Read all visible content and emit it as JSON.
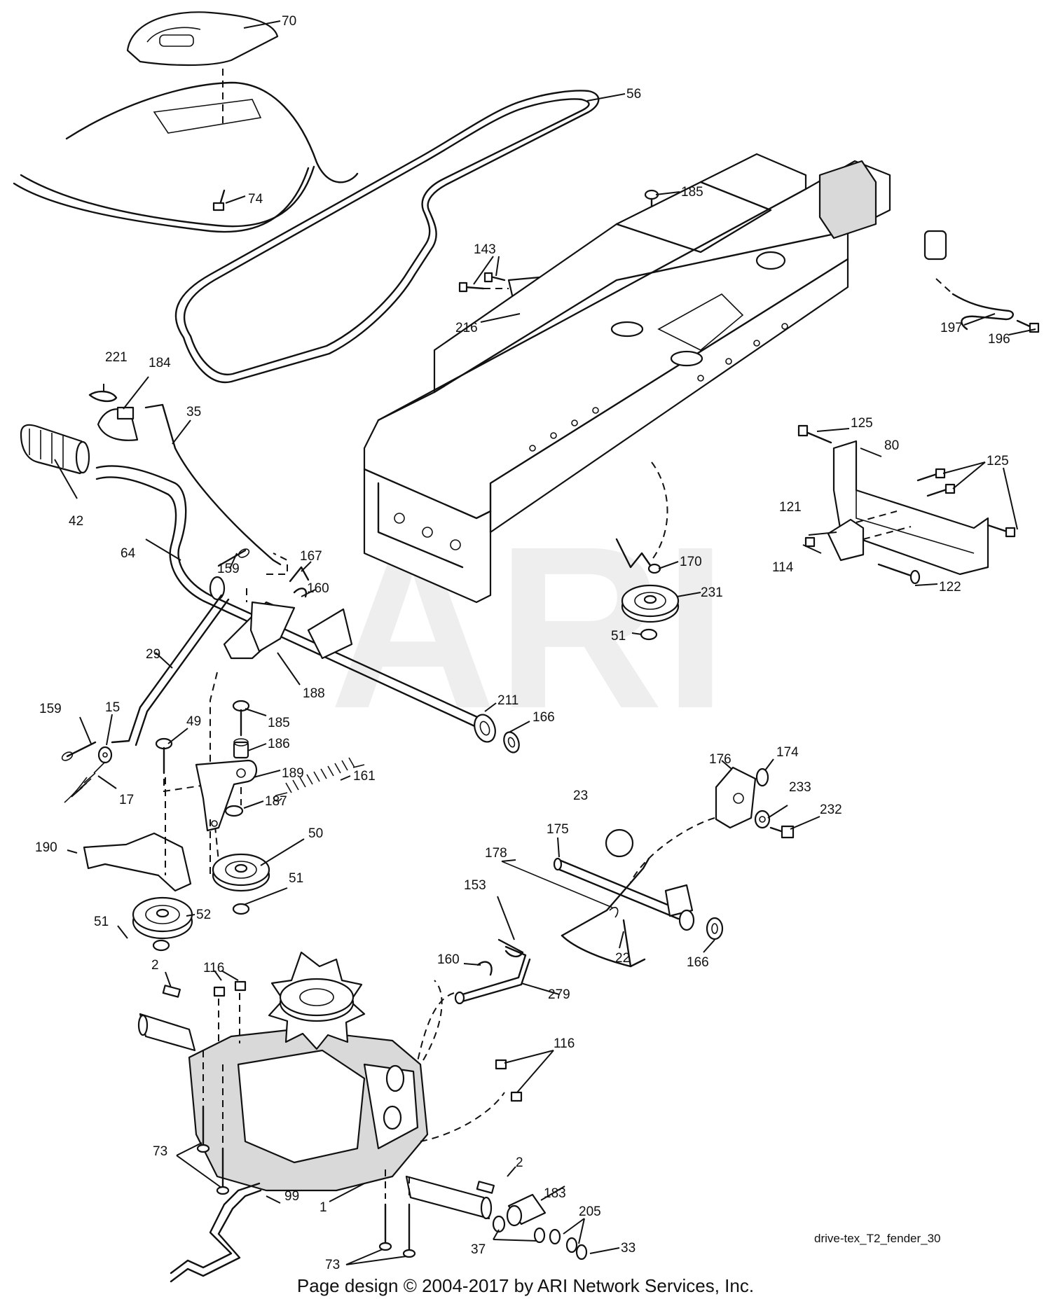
{
  "watermark": "ARI",
  "drawing_name": "drive-tex_T2_fender_30",
  "footer": "Page design © 2004-2017 by ARI Network Services, Inc.",
  "callouts": {
    "c70": "70",
    "c56": "56",
    "c74": "74",
    "c185a": "185",
    "c143": "143",
    "c216": "216",
    "c197": "197",
    "c196": "196",
    "c221": "221",
    "c184": "184",
    "c35": "35",
    "c42": "42",
    "c125a": "125",
    "c80": "80",
    "c125b": "125",
    "c121": "121",
    "c114": "114",
    "c122": "122",
    "c64": "64",
    "c159a": "159",
    "c167": "167",
    "c160a": "160",
    "c170": "170",
    "c231": "231",
    "c51a": "51",
    "c29": "29",
    "c188": "188",
    "c211": "211",
    "c166a": "166",
    "c159b": "159",
    "c15": "15",
    "c49": "49",
    "c185b": "185",
    "c186": "186",
    "c161": "161",
    "c189": "189",
    "c17": "17",
    "c187": "187",
    "c176": "176",
    "c174": "174",
    "c23": "23",
    "c233": "233",
    "c232": "232",
    "c190": "190",
    "c50": "50",
    "c175": "175",
    "c178": "178",
    "c51b": "51",
    "c153": "153",
    "c51c": "51",
    "c52": "52",
    "c22": "22",
    "c166b": "166",
    "c160b": "160",
    "c279": "279",
    "c2a": "2",
    "c116a": "116",
    "c116b": "116",
    "c73a": "73",
    "c99": "99",
    "c1": "1",
    "c2b": "2",
    "c183": "183",
    "c205": "205",
    "c37": "37",
    "c33": "33",
    "c73b": "73"
  }
}
